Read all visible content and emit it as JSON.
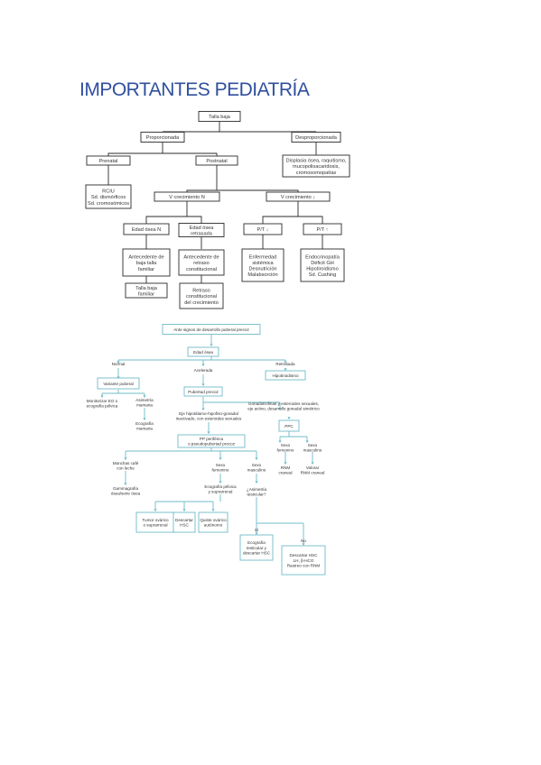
{
  "title": "IMPORTANTES PEDIATRÍA",
  "diagram1": {
    "nodes": {
      "talla_baja": "Talla baja",
      "proporcionada": "Proporcionada",
      "desproporcionada": "Desproporcionada",
      "prenatal": "Prenatal",
      "postnatal": "Postnatal",
      "displasia": [
        "Displasia ósea, raquitismo,",
        "mucopolisacaridosis,",
        "cromosomopatías"
      ],
      "ciur": [
        "RCIU",
        "Sd. dismórficos",
        "Sd. cromosómicos"
      ],
      "vc_normal": "V crecimiento N",
      "vc_baja": "V crecimiento ↓",
      "edad_osea_n": "Edad ósea N",
      "edad_osea_retrasada": [
        "Edad ósea",
        "retrasada"
      ],
      "pt_baja": "P/T ↓",
      "pt_alta": "P/T ↑",
      "antec_talla": [
        "Antecedente de",
        "baja talla",
        "familiar"
      ],
      "antec_retraso": [
        "Antecedente de",
        "retraso",
        "constitucional"
      ],
      "enf_sistemica": [
        "Enfermedad",
        "sistémica",
        "Desnutrición",
        "Malabsorción"
      ],
      "endocrino": [
        "Endocrinopatía",
        "Déficit GH",
        "Hipotiroidismo",
        "Sd. Cushing"
      ],
      "talla_baja_familiar": [
        "Talla baja",
        "familiar"
      ],
      "retraso_constitucional": [
        "Retraso",
        "constitucional",
        "del crecimiento"
      ]
    }
  },
  "diagram2": {
    "nodes": {
      "root": "Ante signos de desarrollo puberal precoz",
      "edad_osea": "Edad ósea",
      "normal": "Normal",
      "acelerada": "Acelerada",
      "retrasada": "Retrasada",
      "hipotiroidismo": "Hipotiroidismo",
      "variante_puberal": "Variante puberal",
      "pubertad_precoz": "Pubertad precoz",
      "monitorizar": [
        "Monitorizar EO o",
        "ecografía pélvica"
      ],
      "asimetria_mamaria": [
        "Asimetría",
        "mamaria"
      ],
      "ecografia_mamaria": [
        "Ecografía",
        "mamaria"
      ],
      "eje_inactivado": [
        "Eje hipotálamo-hipofiso-gonadal",
        "inactivado, con esteroides sexuales"
      ],
      "gonadotrofinas": [
        "Gonadotrofinas y esteroides sexuales,",
        "eje activo, desarrollo gonadal simétrico"
      ],
      "ppc": "PPC",
      "pp_periferica": [
        "PP periférica",
        "o pseudopubertad precoz"
      ],
      "ppc_fem": [
        "Sexo",
        "femenino"
      ],
      "ppc_masc": [
        "Sexo",
        "masculino"
      ],
      "rnm_craneal": [
        "RNM",
        "craneal"
      ],
      "valorar_rnm": [
        "Valorar",
        "RNM craneal"
      ],
      "manchas": [
        "Manchas café",
        "con leche"
      ],
      "gammagrafia": [
        "Gammagrafía",
        "ósea/serie ósea"
      ],
      "sexo_femenino": [
        "Sexo",
        "femenino"
      ],
      "sexo_masculino": [
        "Sexo",
        "masculino"
      ],
      "eco_pelvica": [
        "Ecografía pélvica",
        "y suprarrenal"
      ],
      "asimetria_testicular": [
        "¿Asimetría",
        "testicular?"
      ],
      "tumor": [
        "Tumor ovárico",
        "o suprarrenal"
      ],
      "descartar_hsc": [
        "Descartar",
        "HSC"
      ],
      "quiste": [
        "Quiste ovárico",
        "autónomo"
      ],
      "si": "Sí",
      "no": "No",
      "eco_testicular": [
        "Ecografía",
        "testicular y",
        "descartar HSC"
      ],
      "descartar_hsc_2": [
        "Descartar HSC",
        "LH, β-HCG",
        "Rastreo con RNM"
      ]
    }
  }
}
